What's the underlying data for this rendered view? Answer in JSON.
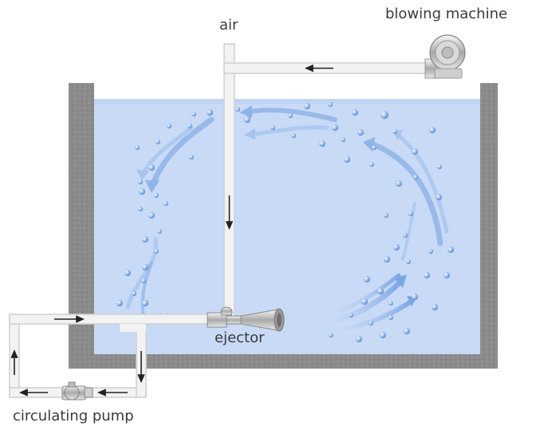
{
  "labels": {
    "air": "air",
    "blowing_machine": "blowing machine",
    "ejector": "ejector",
    "circulating_pump": "circulating pump"
  },
  "icons": [
    "blower-icon",
    "ejector-icon",
    "pump-icon",
    "arrow-icon",
    "bubble-icon"
  ],
  "colors": {
    "tank_wall": "#8a8a8a",
    "water": "#c9daf6",
    "pipe_fill": "#f2f2f2",
    "pipe_stroke": "#cfcfcf",
    "flow_arrow": "#8fb4e8",
    "bubble": "#6f9fe0",
    "label_text": "#3a3a3a"
  }
}
